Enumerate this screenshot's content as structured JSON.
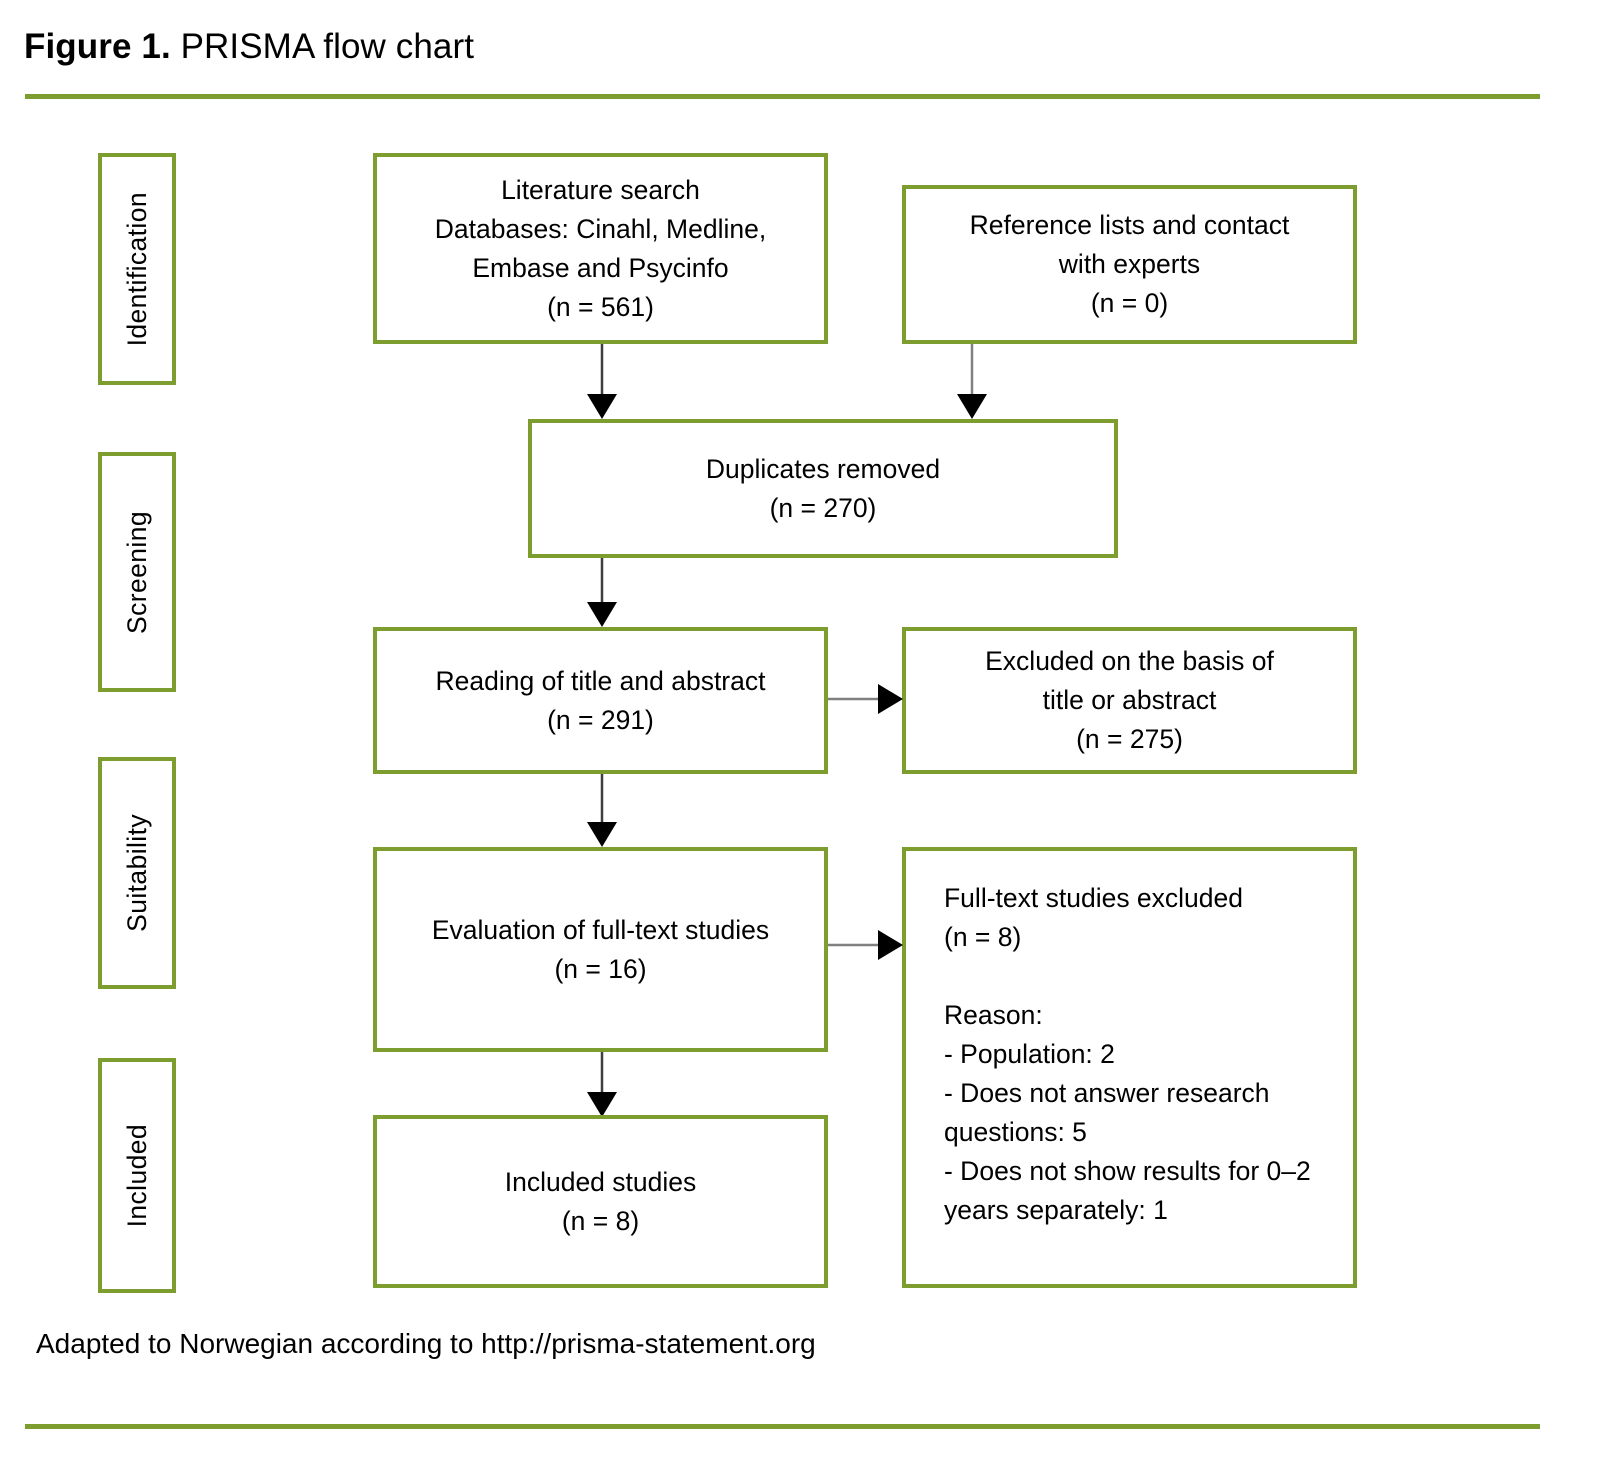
{
  "figure": {
    "label": "Figure 1.",
    "title": "PRISMA flow chart",
    "accent_color": "#7d9e2e",
    "background_color": "#ffffff",
    "text_color": "#000000"
  },
  "stages": [
    {
      "name": "identification",
      "label": "Identification"
    },
    {
      "name": "screening",
      "label": "Screening"
    },
    {
      "name": "suitability",
      "label": "Suitability"
    },
    {
      "name": "included",
      "label": "Included"
    }
  ],
  "boxes": {
    "literature_search": {
      "text": "Literature search\nDatabases: Cinahl, Medline,\nEmbase and Psycinfo\n(n = 561)",
      "n": 561
    },
    "reference_lists": {
      "text": "Reference lists and contact\nwith experts\n(n = 0)",
      "n": 0
    },
    "duplicates_removed": {
      "text": "Duplicates removed\n(n = 270)",
      "n": 270
    },
    "title_abstract_reading": {
      "text": "Reading of title and abstract\n(n = 291)",
      "n": 291
    },
    "excluded_title_abstract": {
      "text": "Excluded on the basis of\ntitle or abstract\n(n = 275)",
      "n": 275
    },
    "fulltext_evaluation": {
      "text": "Evaluation of full-text studies\n(n = 16)",
      "n": 16
    },
    "fulltext_excluded": {
      "text": "Full-text studies excluded\n(n = 8)\n\nReason:\n- Population: 2\n- Does not answer research\n   questions: 5\n- Does not show results for 0–2\n   years separately: 1",
      "n": 8,
      "reason_heading": "Reason:",
      "reasons": [
        {
          "label": "Population",
          "count": 2
        },
        {
          "label": "Does not answer research questions",
          "count": 5
        },
        {
          "label": "Does not show results for 0–2 years separately",
          "count": 1
        }
      ]
    },
    "included_studies": {
      "text": "Included studies\n(n = 8)",
      "n": 8
    }
  },
  "footnote": {
    "text": "Adapted to Norwegian according to http://prisma-statement.org"
  },
  "chart_data": {
    "type": "diagram",
    "title": "PRISMA flow chart",
    "nodes": [
      {
        "id": "literature_search",
        "stage": "Identification",
        "label": "Literature search Databases: Cinahl, Medline, Embase and Psycinfo",
        "n": 561
      },
      {
        "id": "reference_lists",
        "stage": "Identification",
        "label": "Reference lists and contact with experts",
        "n": 0
      },
      {
        "id": "duplicates_removed",
        "stage": "Screening",
        "label": "Duplicates removed",
        "n": 270
      },
      {
        "id": "title_abstract_reading",
        "stage": "Screening",
        "label": "Reading of title and abstract",
        "n": 291
      },
      {
        "id": "excluded_title_abstract",
        "stage": "Screening",
        "label": "Excluded on the basis of title or abstract",
        "n": 275
      },
      {
        "id": "fulltext_evaluation",
        "stage": "Suitability",
        "label": "Evaluation of full-text studies",
        "n": 16
      },
      {
        "id": "fulltext_excluded",
        "stage": "Suitability",
        "label": "Full-text studies excluded",
        "n": 8
      },
      {
        "id": "included_studies",
        "stage": "Included",
        "label": "Included studies",
        "n": 8
      }
    ],
    "edges": [
      {
        "from": "literature_search",
        "to": "duplicates_removed",
        "direction": "down"
      },
      {
        "from": "reference_lists",
        "to": "duplicates_removed",
        "direction": "down"
      },
      {
        "from": "duplicates_removed",
        "to": "title_abstract_reading",
        "direction": "down"
      },
      {
        "from": "title_abstract_reading",
        "to": "excluded_title_abstract",
        "direction": "right"
      },
      {
        "from": "title_abstract_reading",
        "to": "fulltext_evaluation",
        "direction": "down"
      },
      {
        "from": "fulltext_evaluation",
        "to": "fulltext_excluded",
        "direction": "right"
      },
      {
        "from": "fulltext_evaluation",
        "to": "included_studies",
        "direction": "down"
      }
    ]
  }
}
